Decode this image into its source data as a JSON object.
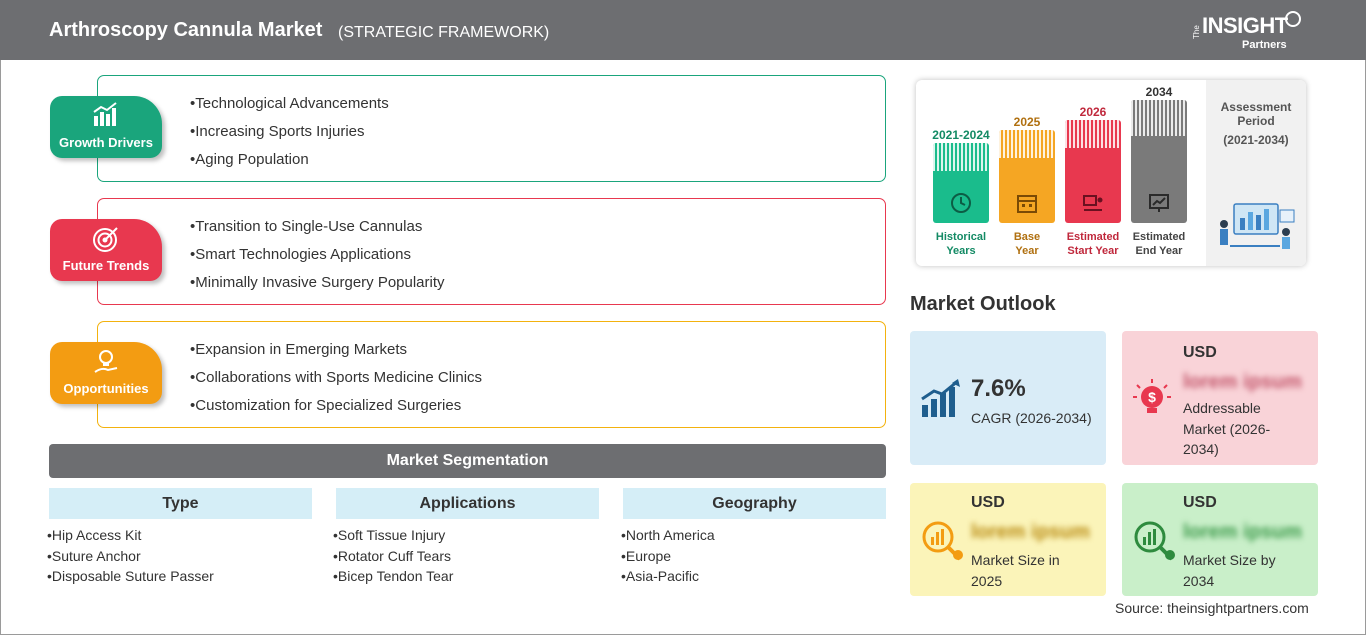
{
  "header": {
    "title": "Arthroscopy Cannula Market",
    "subtitle": "(STRATEGIC FRAMEWORK)",
    "logo": {
      "the": "The",
      "insight": "INSIGHT",
      "partners": "Partners"
    }
  },
  "framework": [
    {
      "label": "Growth Drivers",
      "icon": "bar-chart-icon",
      "color": "#1aa57c",
      "items": [
        "Technological Advancements",
        "Increasing Sports Injuries",
        "Aging Population"
      ]
    },
    {
      "label": "Future Trends",
      "icon": "target-icon",
      "color": "#e8384f",
      "items": [
        "Transition to Single-Use Cannulas",
        "Smart Technologies Applications",
        "Minimally Invasive Surgery Popularity"
      ]
    },
    {
      "label": "Opportunities",
      "icon": "lightbulb-hand-icon",
      "color": "#f39c12",
      "items": [
        "Expansion in Emerging Markets",
        "Collaborations with Sports Medicine Clinics",
        "Customization for Specialized Surgeries"
      ]
    }
  ],
  "segmentation": {
    "title": "Market Segmentation",
    "columns": [
      {
        "heading": "Type",
        "items": [
          "Hip Access Kit",
          "Suture Anchor",
          "Disposable Suture Passer"
        ]
      },
      {
        "heading": "Applications",
        "items": [
          "Soft Tissue Injury",
          "Rotator Cuff Tears",
          "Bicep Tendon Tear"
        ]
      },
      {
        "heading": "Geography",
        "items": [
          "North America",
          "Europe",
          "Asia-Pacific"
        ]
      }
    ]
  },
  "timeline": {
    "columns": [
      {
        "year": "2021-2024",
        "label_line1": "Historical",
        "label_line2": "Years",
        "color": "#1abc8c",
        "icon": "history-icon"
      },
      {
        "year": "2025",
        "label_line1": "Base",
        "label_line2": "Year",
        "color": "#f5a623",
        "icon": "calendar-icon"
      },
      {
        "year": "2026",
        "label_line1": "Estimated",
        "label_line2": "Start Year",
        "color": "#e8384f",
        "icon": "presentation-icon"
      },
      {
        "year": "2034",
        "label_line1": "Estimated",
        "label_line2": "End Year",
        "color": "#7a7a7a",
        "icon": "monitor-chart-icon"
      }
    ],
    "assessment_line1": "Assessment",
    "assessment_line2": "Period",
    "assessment_range": "(2021-2034)"
  },
  "outlook": {
    "title": "Market Outlook",
    "cagr": {
      "value": "7.6%",
      "label": "CAGR (2026-2034)",
      "color": "#d9ecf7",
      "icon": "growth-chart-icon"
    },
    "addressable": {
      "currency": "USD",
      "value_blurred": "lorem ipsum",
      "label_line1": "Addressable",
      "label_line2": "Market (2026-",
      "label_line3": "2034)",
      "color": "#f9d3d8",
      "icon": "lightbulb-dollar-icon"
    },
    "size_2025": {
      "currency": "USD",
      "value_blurred": "lorem ipsum",
      "label_line1": "Market Size in",
      "label_line2": "2025",
      "color": "#fbf4b9",
      "icon": "magnifier-chart-icon"
    },
    "size_2034": {
      "currency": "USD",
      "value_blurred": "lorem ipsum",
      "label_line1": "Market Size by",
      "label_line2": "2034",
      "color": "#c9efc9",
      "icon": "magnifier-chart-icon"
    }
  },
  "source": "Source: theinsightpartners.com"
}
